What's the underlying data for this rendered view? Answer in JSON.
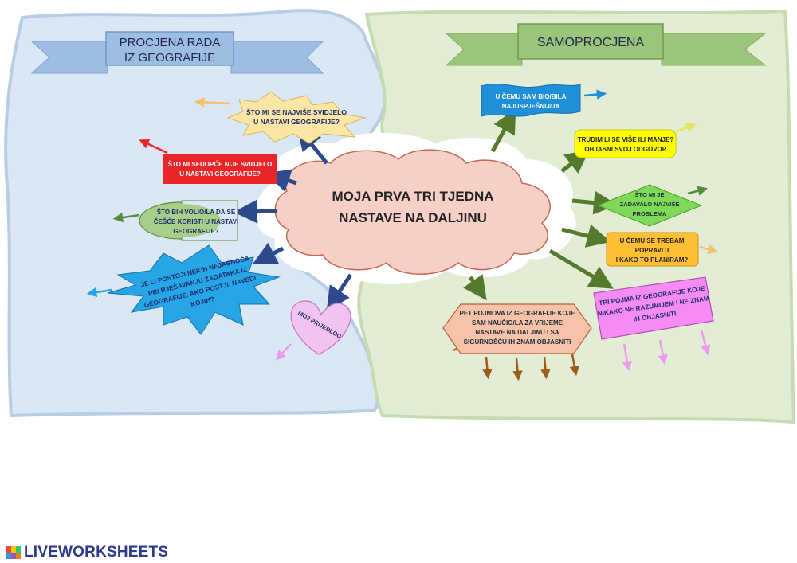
{
  "left_panel": {
    "banner_line1": "PROCJENA RADA",
    "banner_line2": "IZ GEOGRAFIJE"
  },
  "right_panel": {
    "banner": "SAMOPROCJENA"
  },
  "center": {
    "line1": "MOJA PRVA TRI TJEDNA",
    "line2": "NASTAVE NA DALJINU"
  },
  "left_nodes": {
    "liked_most": [
      "ŠTO MI SE NAJVIŠE SVIDJELO",
      "U NASTAVI GEOGRAFIJE?"
    ],
    "disliked": [
      "ŠTO MI SEUOPĆE NIJE SVIDJELO",
      "U NASTAVI GEOGRAFIJE?"
    ],
    "use_more": [
      "ŠTO BIH VOLIO/LA DA SE",
      "ČEŠĆE KORISTI U NASTAVI",
      "GEOGRAFIJE?"
    ],
    "unclear": [
      "JE LI POSTOJI NEKIH NEJASNOĆA",
      "PRI RJEŠAVANJU ZADATAKA IZ",
      "GEOGRAFIJE. AKO POSTJI, NAVEDI",
      "KOJIH?"
    ],
    "suggestion": "MOJ PRIJEDLOG"
  },
  "right_nodes": {
    "most_successful": [
      "U ČEMU SAM BIO/BILA",
      "NAJUSPJEŠNIJ/JA"
    ],
    "effort": [
      "TRUDIM LI SE VIŠE ILI MANJE?",
      "OBJASNI SVOJ ODGOVOR"
    ],
    "problems": [
      "ŠTO MI JE",
      "ZADAVALO NAJVIŠE",
      "PROBLEMA"
    ],
    "improve": [
      "U ČEMU SE TREBAM",
      "POPRAVITI",
      "I KAKO TO PLANIRAM?"
    ],
    "five_terms": [
      "PET POJMOVA IZ GEOGRAFIJE KOJE",
      "SAM NAUČIO/LA ZA VRIJEME",
      "NASTAVE NA DALJINU I SA",
      "SIGURNOŠĆU IH ZNAM OBJASNITI"
    ],
    "three_terms": [
      "TRI POJMA IZ GEOGRAFIJE KOJE",
      "NIKAKO NE RAZUMIJEM I NE ZNAM",
      "IH OBJASNITI"
    ]
  },
  "brand": "LIVEWORKSHEETS",
  "colors": {
    "left_bg": "#dae7f5",
    "right_bg": "#e3edd6",
    "banner_left": "#9dbde3",
    "banner_right": "#9ac57a",
    "cloud": "#f6cfc7",
    "star_yellow": "#fce6a6",
    "red_box": "#e8262a",
    "green_ellipse": "#a8cf8a",
    "burst_blue": "#26a6e6",
    "heart": "#f2c2f0",
    "blue_flag": "#1e8fd8",
    "yellow_box": "#ffff00",
    "green_diamond": "#7ed957",
    "orange_box": "#ffbf33",
    "salmon_hex": "#f6c2a8",
    "pink_box": "#f58cf5",
    "arrow_dark": "#2c4a8c",
    "arrow_green": "#557a2e"
  }
}
